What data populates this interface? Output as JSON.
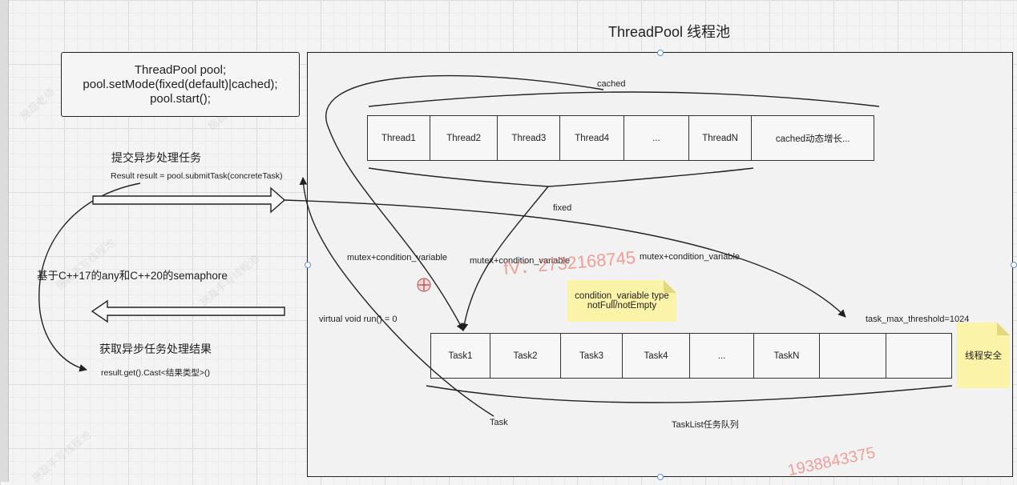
{
  "title": "ThreadPool 线程池",
  "code_block": {
    "lines": [
      "ThreadPool pool;",
      "pool.setMode(fixed(default)|cached);",
      "pool.start();"
    ]
  },
  "left_panel": {
    "submit_heading": "提交异步处理任务",
    "submit_code": "Result result = pool.submitTask(concreteTask)",
    "based_on": "基于C++17的any和C++20的semaphore",
    "result_heading": "获取异步任务处理结果",
    "result_code": "result.get().Cast<结果类型>()"
  },
  "threads": {
    "cells": [
      "Thread1",
      "Thread2",
      "Thread3",
      "Thread4",
      "...",
      "ThreadN",
      "cached动态增长..."
    ]
  },
  "tasks": {
    "cells": [
      "Task1",
      "Task2",
      "Task3",
      "Task4",
      "...",
      "TaskN",
      "",
      ""
    ]
  },
  "labels": {
    "cached": "cached",
    "fixed": "fixed",
    "mutex_left": "mutex+condition_variable",
    "mutex_mid": "mutex+condition_variable",
    "mutex_right": "mutex+condition_variable",
    "virtual_run": "virtual void run() = 0",
    "threshold": "task_max_threshold=1024",
    "task": "Task",
    "tasklist": "TaskList任务队列"
  },
  "notes": {
    "condition": [
      "condition_variable type",
      "notFull/notEmpty"
    ],
    "thread_safe": "线程安全"
  },
  "watermarks": {
    "phone1": "fV：2732168745",
    "phone2": "1938843375"
  },
  "colors": {
    "note_fill": "#fbf3a8",
    "watermark": "#f07a70",
    "line": "#222222",
    "handle": "#5a8fd8"
  }
}
